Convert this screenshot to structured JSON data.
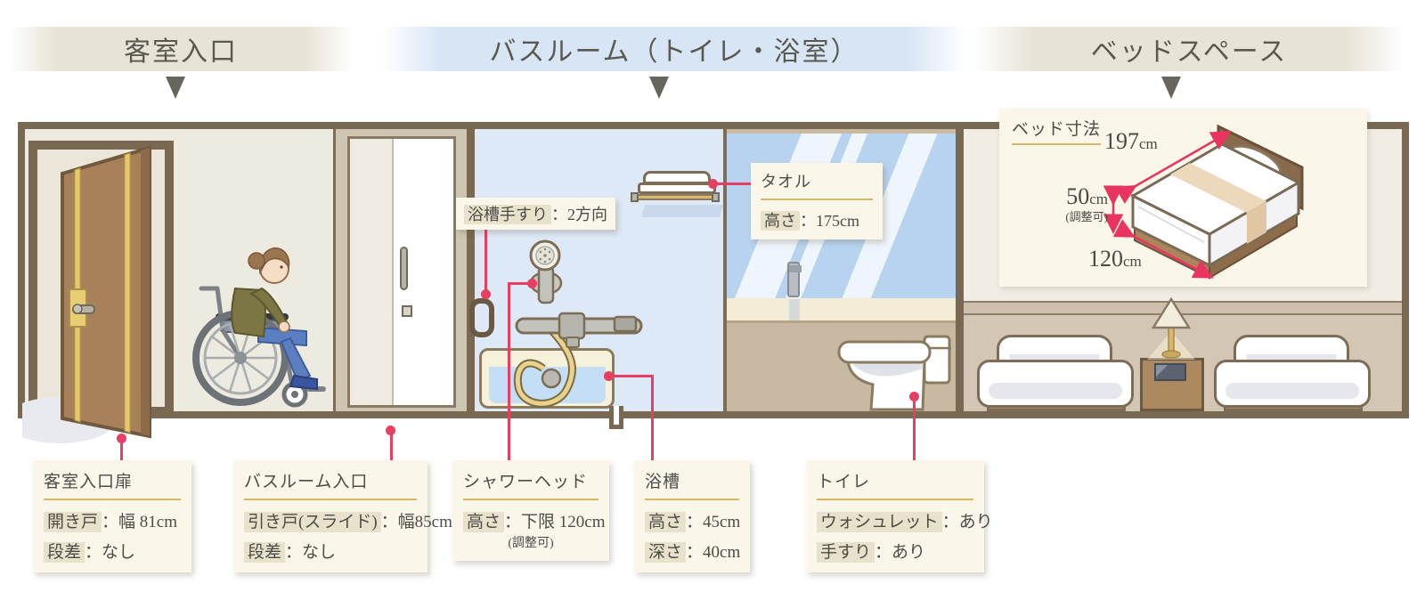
{
  "section_headers": {
    "entrance": "客室入口",
    "bathroom": "バスルーム（トイレ・浴室）",
    "bedspace": "ベッドスペース"
  },
  "callouts": {
    "entrance_door": {
      "title": "客室入口扉",
      "rows": [
        {
          "term": "開き戸",
          "value": "：幅 81cm"
        },
        {
          "term": "段差",
          "value": "：なし"
        }
      ]
    },
    "bathroom_entrance": {
      "title": "バスルーム入口",
      "rows": [
        {
          "term": "引き戸(スライド)",
          "value": "：幅85cm"
        },
        {
          "term": "段差",
          "value": "：なし"
        }
      ]
    },
    "shower_head": {
      "title": "シャワーヘッド",
      "rows": [
        {
          "term": "高さ",
          "value": "：下限 120cm"
        }
      ],
      "note": "(調整可)"
    },
    "bathtub": {
      "title": "浴槽",
      "rows": [
        {
          "term": "高さ",
          "value": "：45cm"
        },
        {
          "term": "深さ",
          "value": "：40cm"
        }
      ]
    },
    "toilet": {
      "title": "トイレ",
      "rows": [
        {
          "term": "ウォシュレット",
          "value": "：あり"
        },
        {
          "term": "手すり",
          "value": "：あり"
        }
      ]
    },
    "towel": {
      "title": "タオル",
      "rows": [
        {
          "term": "高さ",
          "value": "：175cm"
        }
      ]
    },
    "bath_rail": {
      "term": "浴槽手すり",
      "value": "：2方向"
    }
  },
  "bed_dimensions": {
    "title": "ベッド寸法",
    "length_value": "197",
    "length_unit": "cm",
    "height_value": "50",
    "height_unit": "cm",
    "height_note": "(調整可)",
    "width_value": "120",
    "width_unit": "cm"
  },
  "colors": {
    "accent_red": "#e73e62",
    "gold": "#dbb661",
    "panel_cream": "#faf6e9",
    "header_blue": "#d8e5f5",
    "header_beige": "#e7e3d6",
    "frame_brown": "#796852",
    "bathroom_blue": "#dee9f8",
    "highlight": "#e8e2cc"
  }
}
